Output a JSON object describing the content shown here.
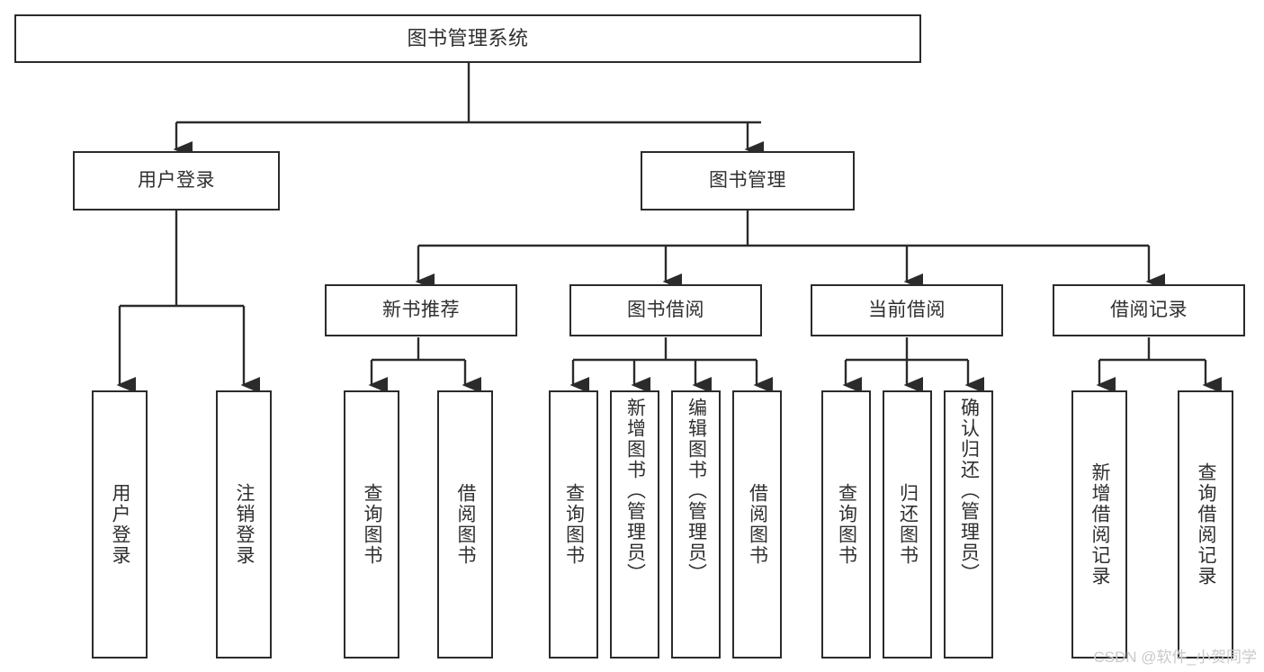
{
  "diagram": {
    "type": "tree",
    "title": "图书管理系统",
    "watermark": "CSDN @软件_小贺同学",
    "colors": {
      "box_border": "#2b2b2b",
      "box_fill": "#ffffff",
      "text": "#2f2f2f",
      "connector": "#2b2b2b",
      "watermark": "#c9c9c9",
      "background": "#ffffff"
    },
    "nodes": {
      "root": {
        "label": "图书管理系统"
      },
      "level1": [
        {
          "id": "user-login",
          "label": "用户登录"
        },
        {
          "id": "book-manage",
          "label": "图书管理"
        }
      ],
      "level2": [
        {
          "id": "new-book-recommend",
          "label": "新书推荐"
        },
        {
          "id": "book-borrow",
          "label": "图书借阅"
        },
        {
          "id": "current-borrow",
          "label": "当前借阅"
        },
        {
          "id": "borrow-record",
          "label": "借阅记录"
        }
      ],
      "leaves": {
        "user-login": [
          {
            "id": "leaf-user-login",
            "label": "用户登录"
          },
          {
            "id": "leaf-logout",
            "label": "注销登录"
          }
        ],
        "new-book-recommend": [
          {
            "id": "leaf-query-book-1",
            "label": "查询图书"
          },
          {
            "id": "leaf-borrow-book-1",
            "label": "借阅图书"
          }
        ],
        "book-borrow": [
          {
            "id": "leaf-query-book-2",
            "label": "查询图书"
          },
          {
            "id": "leaf-add-book",
            "label": "新增图书（管理员）"
          },
          {
            "id": "leaf-edit-book",
            "label": "编辑图书（管理员）"
          },
          {
            "id": "leaf-borrow-book-2",
            "label": "借阅图书"
          }
        ],
        "current-borrow": [
          {
            "id": "leaf-query-book-3",
            "label": "查询图书"
          },
          {
            "id": "leaf-return-book",
            "label": "归还图书"
          },
          {
            "id": "leaf-confirm-return",
            "label": "确认归还（管理员）"
          }
        ],
        "borrow-record": [
          {
            "id": "leaf-add-record",
            "label": "新增借阅记录"
          },
          {
            "id": "leaf-query-record",
            "label": "查询借阅记录"
          }
        ]
      }
    }
  }
}
